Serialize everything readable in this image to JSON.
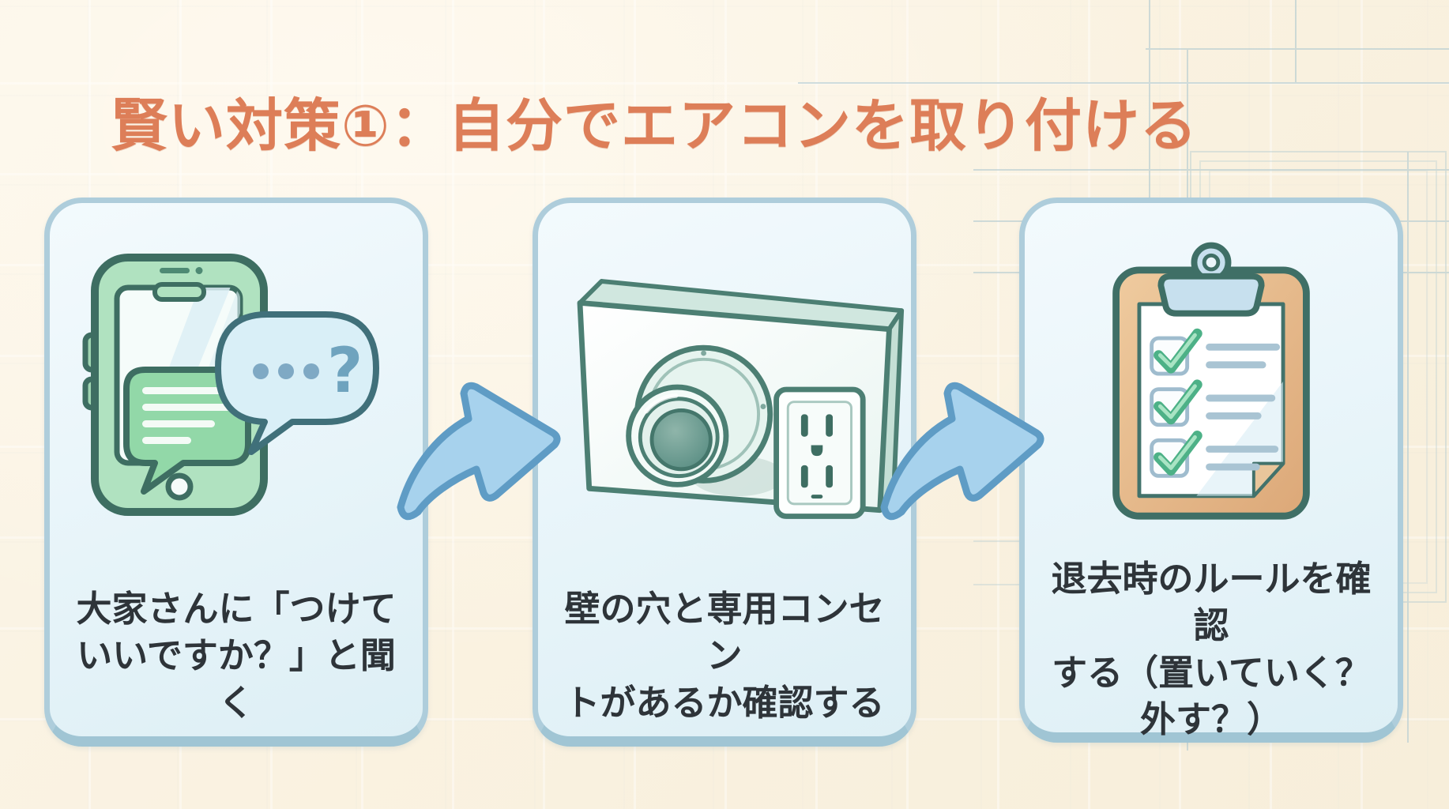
{
  "title": "賢い対策①：自分でエアコンを取り付ける",
  "steps": [
    {
      "id": 1,
      "icon": "phone-chat-icon",
      "label": "大家さんに「つけて\nいいですか？」と聞く"
    },
    {
      "id": 2,
      "icon": "wall-hole-outlet-icon",
      "label": "壁の穴と専用コンセン\nトがあるか確認する"
    },
    {
      "id": 3,
      "icon": "clipboard-checklist-icon",
      "label": "退去時のルールを確認\nする（置いていく？\n外す？）"
    }
  ],
  "arrows": [
    {
      "icon": "curved-arrow-icon"
    },
    {
      "icon": "curved-arrow-icon"
    }
  ],
  "icons": {
    "question_mark": "?"
  },
  "colors": {
    "background": "#FAF2E1",
    "title": "#DD7E58",
    "card_background": "#E9F4F9",
    "card_border": "#AECDDB",
    "card_text": "#2E3439",
    "arrow_fill": "#A7D2ED",
    "arrow_stroke": "#5F9CC5",
    "icon_outline_teal": "#3E6E62",
    "phone_green": "#B0E2C0",
    "bubble_green": "#92D8A8",
    "bubble_blue": "#D9EFF7",
    "wall_teal": "#4C7F73",
    "clipboard_tan": "#E2B385",
    "check_green": "#4DB187",
    "blueprint_line": "#B7CDD2"
  }
}
